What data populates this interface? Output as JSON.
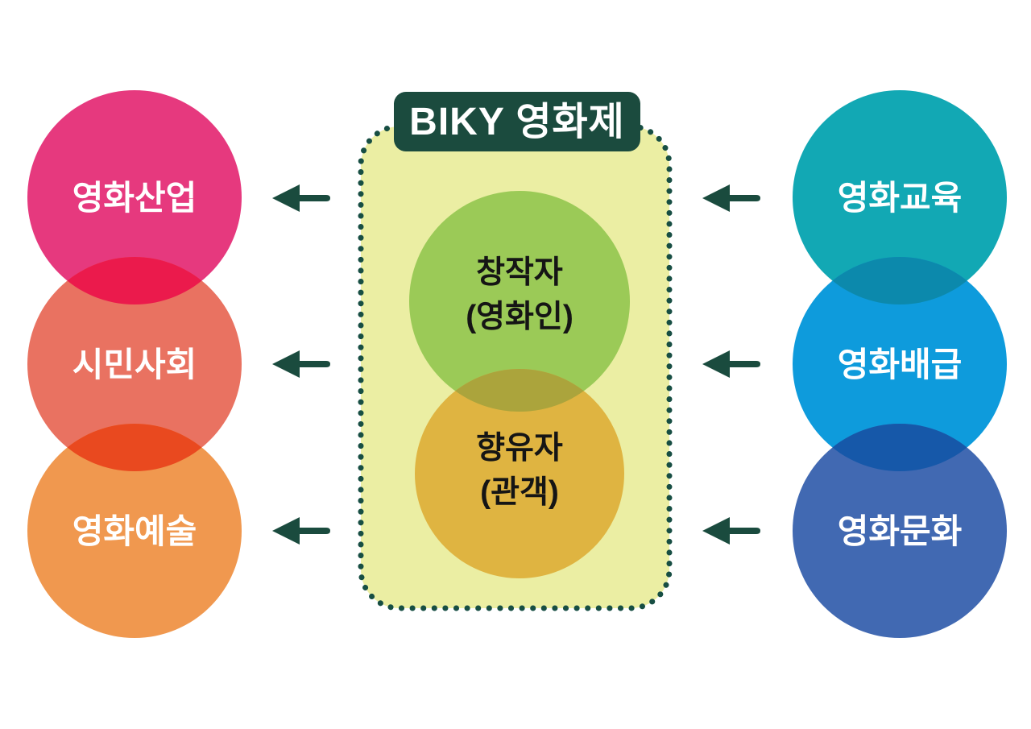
{
  "title": "BIKY 영화제",
  "palette": {
    "arrow": "#1A4B3E",
    "header_bg": "#1B4B3E",
    "header_text": "#FFFFFF",
    "panel_bg": "#EBEEA3",
    "panel_dot": "#174E43",
    "side_label": "#FFFFFF",
    "center_label": "#151515"
  },
  "center": {
    "circles": [
      {
        "line1": "창작자",
        "line2": "(영화인)",
        "color": "#9BCA57"
      },
      {
        "line1": "향유자",
        "line2": "(관객)",
        "color": "#DFB441"
      }
    ],
    "overlap_color": "#ABA43C"
  },
  "left_column": {
    "circles": [
      {
        "label": "영화산업",
        "color": "#E6397E"
      },
      {
        "label": "시민사회",
        "color": "#E97261"
      },
      {
        "label": "영화예술",
        "color": "#F0984F"
      }
    ],
    "overlap_colors": [
      "#EB1A4C",
      "#E9491F"
    ]
  },
  "right_column": {
    "circles": [
      {
        "label": "영화교육",
        "color": "#12A8B4"
      },
      {
        "label": "영화배급",
        "color": "#0E9BDC"
      },
      {
        "label": "영화문화",
        "color": "#4169B2"
      }
    ],
    "overlap_colors": [
      "#0C89AC",
      "#1658A9"
    ]
  },
  "arrows": {
    "direction": "left",
    "count": 6
  }
}
